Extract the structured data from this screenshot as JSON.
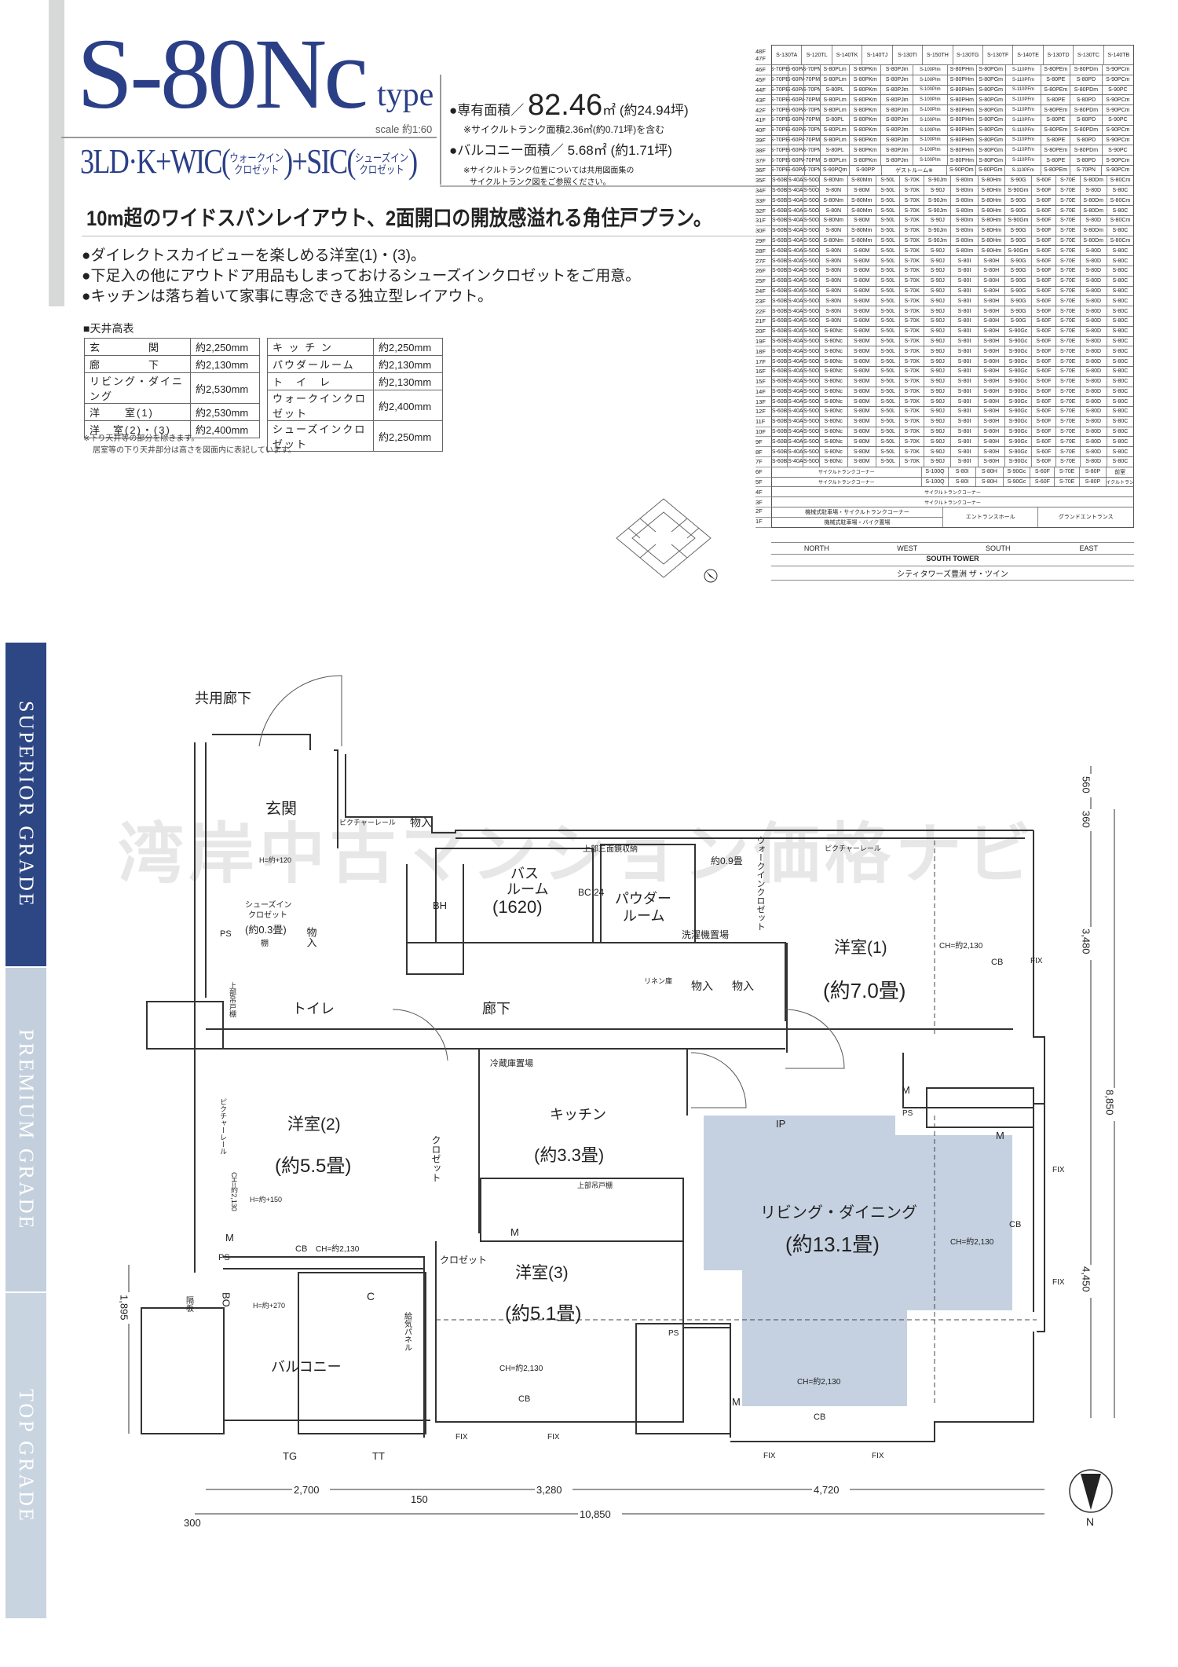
{
  "header": {
    "title": "S-80Nc",
    "type_label": "type",
    "scale": "scale 約1:60",
    "layout_main": "3LD·K+WIC(",
    "wic_note_1": "ウォークイン",
    "wic_note_2": "クロゼット",
    "layout_mid": ")+SIC(",
    "sic_note_1": "シューズイン",
    "sic_note_2": "クロゼット",
    "layout_end": ")"
  },
  "area": {
    "private_label": "●専有面積／",
    "private_value": "82.46",
    "private_unit": "㎡ (約24.94坪)",
    "private_note": "※サイクルトランク面積2.36㎡(約0.71坪)を含む",
    "balcony_label": "●バルコニー面積／",
    "balcony_value": "5.68㎡ (約1.71坪)",
    "trunk_note_1": "※サイクルトランク位置については共用図面集の",
    "trunk_note_2": "サイクルトランク図をご参照ください。"
  },
  "tagline": "10m超のワイドスパンレイアウト、2面開口の開放感溢れる角住戸プラン。",
  "bullets": [
    "●ダイレクトスカイビューを楽しめる洋室(1)・(3)。",
    "●下足入の他にアウトドア用品もしまっておけるシューズインクロゼットをご用意。",
    "●キッチンは落ち着いて家事に専念できる独立型レイアウト。"
  ],
  "ceiling": {
    "title": "■天井高表",
    "left": [
      {
        "room": "玄　　　　関",
        "height": "約2,250mm"
      },
      {
        "room": "廊　　　　下",
        "height": "約2,130mm"
      },
      {
        "room": "リビング・ダイニング",
        "height": "約2,530mm"
      },
      {
        "room": "洋　　室(1)",
        "height": "約2,530mm"
      },
      {
        "room": "洋　室(2)・(3)",
        "height": "約2,400mm"
      }
    ],
    "right": [
      {
        "room": "キ ッ チ ン",
        "height": "約2,250mm"
      },
      {
        "room": "パウダールーム",
        "height": "約2,130mm"
      },
      {
        "room": "ト　イ　レ",
        "height": "約2,130mm"
      },
      {
        "room": "ウォークインクロゼット",
        "height": "約2,400mm"
      },
      {
        "room": "シューズインクロゼット",
        "height": "約2,250mm"
      }
    ],
    "note_1": "※下り天井等の部分を除きます。",
    "note_2": "居室等の下り天井部分は高さを図面内に表記しています。"
  },
  "floor_table": {
    "header": {
      "floors": [
        "48F",
        "47F"
      ],
      "cells": [
        "S-130TA",
        "S-120TL",
        "S-140TK",
        "S-140TJ",
        "S-130TI",
        "S-150TH",
        "S-130TG",
        "S-130TF",
        "S-140TE",
        "S-130TD",
        "S-130TC",
        "S-140TB"
      ]
    },
    "rows": [
      {
        "floor": "46F",
        "cells": [
          "S-70PB",
          "S-60PA",
          "S-70PM",
          "S-80PLm",
          "S-80PKm",
          "S-80PJm",
          "S-100PIm",
          "S-80PHm",
          "S-80PGm",
          "S-110PFm",
          "S-80PEm",
          "S-80PDm",
          "S-90PCm"
        ]
      },
      {
        "floor": "45F",
        "cells": [
          "S-70PB",
          "S-60PA",
          "S-70PMm",
          "S-80PLm",
          "S-80PKm",
          "S-80PJm",
          "S-100PIm",
          "S-80PHm",
          "S-80PGm",
          "S-110PFm",
          "S-80PE",
          "S-80PD",
          "S-90PCm"
        ]
      },
      {
        "floor": "44F",
        "cells": [
          "S-70PB",
          "S-60PA",
          "S-70PM",
          "S-80PL",
          "S-80PKm",
          "S-80PJm",
          "S-100PIm",
          "S-80PHm",
          "S-80PGm",
          "S-110PFm",
          "S-80PEm",
          "S-80PDm",
          "S-90PC"
        ]
      },
      {
        "floor": "43F",
        "cells": [
          "S-70PB",
          "S-60PA",
          "S-70PMm",
          "S-80PLm",
          "S-80PKm",
          "S-80PJm",
          "S-100PIm",
          "S-80PHm",
          "S-80PGm",
          "S-110PFm",
          "S-80PE",
          "S-80PD",
          "S-90PCm"
        ]
      },
      {
        "floor": "42F",
        "cells": [
          "S-70PB",
          "S-60PA",
          "S-70PM",
          "S-80PLm",
          "S-80PKm",
          "S-80PJm",
          "S-100PIm",
          "S-80PHm",
          "S-80PGm",
          "S-110PFm",
          "S-80PEm",
          "S-80PDm",
          "S-90PCm"
        ]
      },
      {
        "floor": "41F",
        "cells": [
          "S-70PB",
          "S-60PA",
          "S-70PMm",
          "S-80PL",
          "S-80PKm",
          "S-80PJm",
          "S-100PIm",
          "S-80PHm",
          "S-80PGm",
          "S-110PFm",
          "S-80PE",
          "S-80PD",
          "S-90PC"
        ]
      },
      {
        "floor": "40F",
        "cells": [
          "S-70PB",
          "S-60PA",
          "S-70PM",
          "S-80PLm",
          "S-80PKm",
          "S-80PJm",
          "S-100PIm",
          "S-80PHm",
          "S-80PGm",
          "S-110PFm",
          "S-80PEm",
          "S-80PDm",
          "S-90PCm"
        ]
      },
      {
        "floor": "39F",
        "cells": [
          "S-70PB",
          "S-60PA",
          "S-70PMm",
          "S-80PLm",
          "S-80PKm",
          "S-80PJm",
          "S-100PIm",
          "S-80PHm",
          "S-80PGm",
          "S-110PFm",
          "S-80PE",
          "S-80PD",
          "S-90PCm"
        ]
      },
      {
        "floor": "38F",
        "cells": [
          "S-70PB",
          "S-60PA",
          "S-70PM",
          "S-80PL",
          "S-80PKm",
          "S-80PJm",
          "S-100PIm",
          "S-80PHm",
          "S-80PGm",
          "S-110PFm",
          "S-80PEm",
          "S-80PDm",
          "S-90PC"
        ]
      },
      {
        "floor": "37F",
        "cells": [
          "S-70PB",
          "S-60PA",
          "S-70PMm",
          "S-80PLm",
          "S-80PKm",
          "S-80PJm",
          "S-100PIm",
          "S-80PHm",
          "S-80PGm",
          "S-110PFm",
          "S-80PE",
          "S-80PD",
          "S-90PCm"
        ]
      },
      {
        "floor": "36F",
        "cells": [
          "S-70PB",
          "S-60PA",
          "S-70PM",
          "S-90PQm",
          "S-90PP",
          {
            "t": "ゲストルーム※",
            "span": 2
          },
          "S-90POm",
          "S-80PGm",
          "S-110PFm",
          "S-80PEm",
          "S-70PN",
          "S-90PCm"
        ]
      },
      {
        "floor": "35F",
        "cells": [
          "S-60B",
          "S-40A",
          "S-50O",
          "S-80Nm",
          "S-80Mm",
          "S-50L",
          "S-70K",
          "S-90Jm",
          "S-80Im",
          "S-80Hm",
          "S-90G",
          "S-60F",
          "S-70E",
          "S-80Dm",
          "S-80Cm"
        ]
      },
      {
        "floor": "34F",
        "cells": [
          "S-60B",
          "S-40A",
          "S-50O",
          "S-80N",
          "S-80M",
          "S-50L",
          "S-70K",
          "S-90J",
          "S-80Im",
          "S-80Hm",
          "S-90Gm",
          "S-60F",
          "S-70E",
          "S-80D",
          "S-80C"
        ]
      },
      {
        "floor": "33F",
        "cells": [
          "S-60B",
          "S-40A",
          "S-50O",
          "S-80Nm",
          "S-80Mm",
          "S-50L",
          "S-70K",
          "S-90Jm",
          "S-80Im",
          "S-80Hm",
          "S-90G",
          "S-60F",
          "S-70E",
          "S-80Dm",
          "S-80Cm"
        ]
      },
      {
        "floor": "32F",
        "cells": [
          "S-60B",
          "S-40A",
          "S-50O",
          "S-80N",
          "S-80Mm",
          "S-50L",
          "S-70K",
          "S-90Jm",
          "S-80Im",
          "S-80Hm",
          "S-90G",
          "S-60F",
          "S-70E",
          "S-80Dm",
          "S-80C"
        ]
      },
      {
        "floor": "31F",
        "cells": [
          "S-60B",
          "S-40A",
          "S-50O",
          "S-80Nm",
          "S-80M",
          "S-50L",
          "S-70K",
          "S-90J",
          "S-80Im",
          "S-80Hm",
          "S-90Gm",
          "S-60F",
          "S-70E",
          "S-80D",
          "S-80Cm"
        ]
      },
      {
        "floor": "30F",
        "cells": [
          "S-60B",
          "S-40A",
          "S-50O",
          "S-80N",
          "S-80Mm",
          "S-50L",
          "S-70K",
          "S-90Jm",
          "S-80Im",
          "S-80Hm",
          "S-90G",
          "S-60F",
          "S-70E",
          "S-80Dm",
          "S-80C"
        ]
      },
      {
        "floor": "29F",
        "cells": [
          "S-60B",
          "S-40A",
          "S-50O",
          "S-80Nm",
          "S-80Mm",
          "S-50L",
          "S-70K",
          "S-90Jm",
          "S-80Im",
          "S-80Hm",
          "S-90G",
          "S-60F",
          "S-70E",
          "S-80Dm",
          "S-80Cm"
        ]
      },
      {
        "floor": "28F",
        "cells": [
          "S-60B",
          "S-40A",
          "S-50O",
          "S-80N",
          "S-80M",
          "S-50L",
          "S-70K",
          "S-90J",
          "S-80Im",
          "S-80Hm",
          "S-90Gm",
          "S-60F",
          "S-70E",
          "S-80D",
          "S-80C"
        ]
      },
      {
        "floor": "27F",
        "cells": [
          "S-60B",
          "S-40A",
          "S-50O",
          "S-80N",
          "S-80M",
          "S-50L",
          "S-70K",
          "S-90J",
          "S-80I",
          "S-80H",
          "S-90G",
          "S-60F",
          "S-70E",
          "S-80D",
          "S-80C"
        ]
      },
      {
        "floor": "26F",
        "cells": [
          "S-60B",
          "S-40A",
          "S-50O",
          "S-80N",
          "S-80M",
          "S-50L",
          "S-70K",
          "S-90J",
          "S-80I",
          "S-80H",
          "S-90G",
          "S-60F",
          "S-70E",
          "S-80D",
          "S-80C"
        ]
      },
      {
        "floor": "25F",
        "cells": [
          "S-60B",
          "S-40A",
          "S-50O",
          "S-80N",
          "S-80M",
          "S-50L",
          "S-70K",
          "S-90J",
          "S-80I",
          "S-80H",
          "S-90G",
          "S-60F",
          "S-70E",
          "S-80D",
          "S-80C"
        ]
      },
      {
        "floor": "24F",
        "cells": [
          "S-60B",
          "S-40A",
          "S-50O",
          "S-80N",
          "S-80M",
          "S-50L",
          "S-70K",
          "S-90J",
          "S-80I",
          "S-80H",
          "S-90G",
          "S-60F",
          "S-70E",
          "S-80D",
          "S-80C"
        ]
      },
      {
        "floor": "23F",
        "cells": [
          "S-60B",
          "S-40A",
          "S-50O",
          "S-80N",
          "S-80M",
          "S-50L",
          "S-70K",
          "S-90J",
          "S-80I",
          "S-80H",
          "S-90G",
          "S-60F",
          "S-70E",
          "S-80D",
          "S-80C"
        ]
      },
      {
        "floor": "22F",
        "cells": [
          "S-60B",
          "S-40A",
          "S-50O",
          "S-80N",
          "S-80M",
          "S-50L",
          "S-70K",
          "S-90J",
          "S-80I",
          "S-80H",
          "S-90G",
          "S-60F",
          "S-70E",
          "S-80D",
          "S-80C"
        ]
      },
      {
        "floor": "21F",
        "cells": [
          "S-60B",
          "S-40A",
          "S-50O",
          "S-80N",
          "S-80M",
          "S-50L",
          "S-70K",
          "S-90J",
          "S-80I",
          "S-80H",
          "S-90G",
          "S-60F",
          "S-70E",
          "S-80D",
          "S-80C"
        ]
      },
      {
        "floor": "20F",
        "cells": [
          "S-60B",
          "S-40A",
          "S-50O",
          "S-80Nc",
          "S-80M",
          "S-50L",
          "S-70K",
          "S-90J",
          "S-80I",
          "S-80H",
          "S-90Gc",
          "S-60F",
          "S-70E",
          "S-80D",
          "S-80C"
        ]
      },
      {
        "floor": "19F",
        "cells": [
          "S-60B",
          "S-40A",
          "S-50O",
          "S-80Nc",
          "S-80M",
          "S-50L",
          "S-70K",
          "S-90J",
          "S-80I",
          "S-80H",
          "S-90Gc",
          "S-60F",
          "S-70E",
          "S-80D",
          "S-80C"
        ]
      },
      {
        "floor": "18F",
        "cells": [
          "S-60B",
          "S-40A",
          "S-50O",
          "S-80Nc",
          "S-80M",
          "S-50L",
          "S-70K",
          "S-90J",
          "S-80I",
          "S-80H",
          "S-90Gc",
          "S-60F",
          "S-70E",
          "S-80D",
          "S-80C"
        ]
      },
      {
        "floor": "17F",
        "cells": [
          "S-60B",
          "S-40A",
          "S-50O",
          "S-80Nc",
          "S-80M",
          "S-50L",
          "S-70K",
          "S-90J",
          "S-80I",
          "S-80H",
          "S-90Gc",
          "S-60F",
          "S-70E",
          "S-80D",
          "S-80C"
        ]
      },
      {
        "floor": "16F",
        "cells": [
          "S-60B",
          "S-40A",
          "S-50O",
          "S-80Nc",
          "S-80M",
          "S-50L",
          "S-70K",
          "S-90J",
          "S-80I",
          "S-80H",
          "S-90Gc",
          "S-60F",
          "S-70E",
          "S-80D",
          "S-80C"
        ]
      },
      {
        "floor": "15F",
        "cells": [
          "S-60B",
          "S-40A",
          "S-50O",
          "S-80Nc",
          "S-80M",
          "S-50L",
          "S-70K",
          "S-90J",
          "S-80I",
          "S-80H",
          "S-90Gc",
          "S-60F",
          "S-70E",
          "S-80D",
          "S-80C"
        ]
      },
      {
        "floor": "14F",
        "cells": [
          "S-60B",
          "S-40A",
          "S-50O",
          "S-80Nc",
          "S-80M",
          "S-50L",
          "S-70K",
          "S-90J",
          "S-80I",
          "S-80H",
          "S-90Gc",
          "S-60F",
          "S-70E",
          "S-80D",
          "S-80C"
        ]
      },
      {
        "floor": "13F",
        "cells": [
          "S-60B",
          "S-40A",
          "S-50O",
          "S-80Nc",
          "S-80M",
          "S-50L",
          "S-70K",
          "S-90J",
          "S-80I",
          "S-80H",
          "S-90Gc",
          "S-60F",
          "S-70E",
          "S-80D",
          "S-80C"
        ]
      },
      {
        "floor": "12F",
        "cells": [
          "S-60B",
          "S-40A",
          "S-50O",
          "S-80Nc",
          "S-80M",
          "S-50L",
          "S-70K",
          "S-90J",
          "S-80I",
          "S-80H",
          "S-90Gc",
          "S-60F",
          "S-70E",
          "S-80D",
          "S-80C"
        ]
      },
      {
        "floor": "11F",
        "cells": [
          "S-60B",
          "S-40A",
          "S-50O",
          "S-80Nc",
          "S-80M",
          "S-50L",
          "S-70K",
          "S-90J",
          "S-80I",
          "S-80H",
          "S-90Gc",
          "S-60F",
          "S-70E",
          "S-80D",
          "S-80C"
        ]
      },
      {
        "floor": "10F",
        "cells": [
          "S-60B",
          "S-40A",
          "S-50O",
          "S-80Nc",
          "S-80M",
          "S-50L",
          "S-70K",
          "S-90J",
          "S-80I",
          "S-80H",
          "S-90Gc",
          "S-60F",
          "S-70E",
          "S-80D",
          "S-80C"
        ]
      },
      {
        "floor": "9F",
        "cells": [
          "S-60B",
          "S-40A",
          "S-50O",
          "S-80Nc",
          "S-80M",
          "S-50L",
          "S-70K",
          "S-90J",
          "S-80I",
          "S-80H",
          "S-90Gc",
          "S-60F",
          "S-70E",
          "S-80D",
          "S-80C"
        ]
      },
      {
        "floor": "8F",
        "cells": [
          "S-60B",
          "S-40A",
          "S-50O",
          "S-80Nc",
          "S-80M",
          "S-50L",
          "S-70K",
          "S-90J",
          "S-80I",
          "S-80H",
          "S-90Gc",
          "S-60F",
          "S-70E",
          "S-80D",
          "S-80C"
        ]
      },
      {
        "floor": "7F",
        "cells": [
          "S-60B",
          "S-40A",
          "S-50O",
          "S-80Nc",
          "S-80M",
          "S-50L",
          "S-70K",
          "S-90J",
          "S-80I",
          "S-80H",
          "S-90Gc",
          "S-60F",
          "S-70E",
          "S-80D",
          "S-80C"
        ]
      },
      {
        "floor": "6F",
        "cells": [
          {
            "t": "サイクルトランクコーナー",
            "span": 7
          },
          "S-100Q",
          "S-80I",
          "S-80H",
          "S-90Gc",
          "S-60F",
          "S-70E",
          "S-80P",
          "前室"
        ]
      },
      {
        "floor": "5F",
        "cells": [
          {
            "t": "サイクルトランクコーナー",
            "span": 7
          },
          "S-100Q",
          "S-80I",
          "S-80H",
          "S-90Gc",
          "S-60F",
          "S-70E",
          "S-80P",
          "サイクルトランク"
        ]
      },
      {
        "floor": "4F",
        "cells": [
          {
            "t": "サイクルトランクコーナー",
            "span": 15
          }
        ]
      },
      {
        "floor": "3F",
        "cells": [
          {
            "t": "サイクルトランクコーナー",
            "span": 15
          }
        ]
      }
    ],
    "ground": {
      "floors": [
        "2F",
        "1F"
      ],
      "left": [
        "機械式駐車場・サイクルトランクコーナー",
        "機械式駐車場・バイク置場"
      ],
      "middle": "エントランスホール",
      "right": "グランドエントランス"
    },
    "directions": [
      "NORTH",
      "WEST",
      "SOUTH",
      "EAST"
    ],
    "tower": "SOUTH TOWER",
    "building_name": "シティタワーズ豊洲 ザ・ツイン"
  },
  "grades": [
    "SUPERIOR GRADE",
    "PREMIUM GRADE",
    "TOP GRADE"
  ],
  "watermark": "湾岸中古マンション価格ナビ",
  "plan": {
    "common_corridor": "共用廊下",
    "entrance": "玄関",
    "picture_rail": "ピクチャーレール",
    "storage": "物入",
    "storage_v": "物入",
    "bath_1": "バス",
    "bath_2": "ルーム",
    "bath_size": "(1620)",
    "bh": "BH",
    "bc24": "BC 24",
    "powder_1": "パウダー",
    "powder_2": "ルーム",
    "mirror_storage": "上部三面鏡収納",
    "wic_v": "ウォークインクロゼット",
    "wic_size": "約0.9畳",
    "western1": "洋室(1)",
    "western1_size": "(約7.0畳)",
    "ch": "CH=約2,130",
    "cb": "CB",
    "fix": "FIX",
    "washer": "洗濯機置場",
    "linen": "リネン庫",
    "shoes_closet_1": "シューズイン",
    "shoes_closet_2": "クロゼット",
    "shoes_size": "(約0.3畳)",
    "shelf": "棚",
    "ps": "PS",
    "h120": "H=約+120",
    "toilet": "トイレ",
    "upper_cabinet": "上部吊戸棚",
    "corridor": "廊下",
    "fridge": "冷蔵庫置場",
    "kitchen": "キッチン",
    "kitchen_size": "(約3.3畳)",
    "western2": "洋室(2)",
    "western2_size": "(約5.5畳)",
    "closet": "クロゼット",
    "h150": "H=約+150",
    "western3": "洋室(3)",
    "western3_size": "(約5.1畳)",
    "partition": "隔板",
    "bo": "BO",
    "h270": "H=約+270",
    "c": "C",
    "air_panel": "給気パネル",
    "balcony": "バルコニー",
    "ld": "リビング・ダイニング",
    "ld_size": "(約13.1畳)",
    "tg": "TG",
    "tt": "TT",
    "ip": "IP",
    "m": "M",
    "north": "N",
    "dims": {
      "d2700": "2,700",
      "d150": "150",
      "d3280": "3,280",
      "d4720": "4,720",
      "d10850": "10,850",
      "d300": "300",
      "d1895": "1,895",
      "d560": "560",
      "d360": "360",
      "d3480": "3,480",
      "d8850": "8,850",
      "d4450": "4,450"
    }
  },
  "colors": {
    "brand_navy": "#2b3f87",
    "ld_fill": "#c5d1e0",
    "superior": "#2d4684",
    "premium": "#c3cfdd"
  }
}
